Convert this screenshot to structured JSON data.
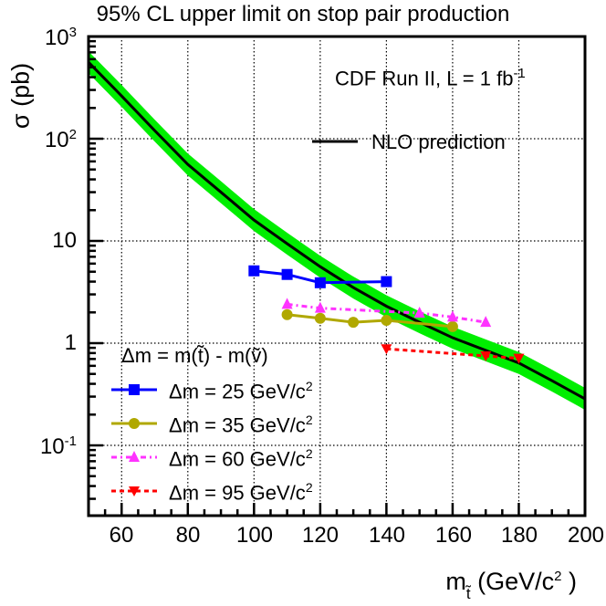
{
  "chart_data": {
    "type": "line",
    "title": "95% CL upper limit on stop pair production",
    "xlabel": "m_t~ (GeV/c^2 )",
    "ylabel": "σ (pb)",
    "xlim": [
      50,
      200
    ],
    "ylim": [
      0.02,
      1000
    ],
    "yscale": "log",
    "grid": true,
    "x_ticks": [
      60,
      80,
      100,
      120,
      140,
      160,
      180,
      200
    ],
    "y_ticks": [
      "10^-1",
      "1",
      "10",
      "10^2",
      "10^3"
    ],
    "annotations": [
      "CDF Run II, L = 1 fb^-1"
    ],
    "legend_header": "Δm = m(t~) - m(ν~)",
    "legend_position": "lower-left",
    "series": [
      {
        "name": "NLO prediction",
        "color": "#000000",
        "band_color": "#00ee00",
        "style": "solid",
        "x": [
          50,
          60,
          70,
          80,
          90,
          100,
          110,
          120,
          130,
          140,
          150,
          160,
          170,
          180,
          190,
          200
        ],
        "y": [
          560,
          262,
          120,
          56,
          30,
          16,
          9.4,
          5.6,
          3.5,
          2.3,
          1.6,
          1.13,
          0.85,
          0.64,
          0.43,
          0.285
        ]
      },
      {
        "name": "Δm = 25 GeV/c^2",
        "color": "#0000ff",
        "marker": "square",
        "style": "solid",
        "x": [
          100,
          110,
          120,
          140
        ],
        "y": [
          5.1,
          4.7,
          3.9,
          4.0
        ]
      },
      {
        "name": "Δm = 35 GeV/c^2",
        "color": "#b0a800",
        "marker": "circle",
        "style": "solid",
        "x": [
          110,
          120,
          130,
          140,
          160
        ],
        "y": [
          1.9,
          1.75,
          1.6,
          1.67,
          1.45
        ]
      },
      {
        "name": "Δm = 60 GeV/c^2",
        "color": "#ff33ff",
        "marker": "triangle-up",
        "style": "dash-dot",
        "x": [
          110,
          120,
          150,
          160,
          170
        ],
        "y": [
          2.4,
          2.2,
          1.97,
          1.8,
          1.6
        ]
      },
      {
        "name": "Δm = 95 GeV/c^2",
        "color": "#ff0000",
        "marker": "triangle-down",
        "style": "dashed",
        "x": [
          140,
          170,
          180
        ],
        "y": [
          0.88,
          0.75,
          0.71
        ]
      }
    ]
  },
  "labels": {
    "title": "95% CL upper limit on stop pair production",
    "ylabel": "σ (pb)",
    "xlabel_main": "m",
    "xlabel_sub": "t̃",
    "xlabel_unit": " (GeV/c",
    "xlabel_sup": "2",
    "xlabel_close": " )",
    "experiment": "CDF Run II, L = 1 fb",
    "experiment_sup": "-1",
    "nlo_label": "NLO prediction",
    "legend_header": "Δm = m(t̃) - m(ṽ)",
    "legend_items": [
      {
        "label": "Δm = 25 GeV/c",
        "sup": "2"
      },
      {
        "label": "Δm = 35 GeV/c",
        "sup": "2"
      },
      {
        "label": "Δm = 60 GeV/c",
        "sup": "2"
      },
      {
        "label": "Δm = 95 GeV/c",
        "sup": "2"
      }
    ],
    "yticks": [
      {
        "base": "10",
        "sup": "3"
      },
      {
        "base": "10",
        "sup": "2"
      },
      {
        "base": "10",
        "sup": ""
      },
      {
        "base": "1",
        "sup": ""
      },
      {
        "base": "10",
        "sup": "-1"
      }
    ],
    "xticks": [
      "60",
      "80",
      "100",
      "120",
      "140",
      "160",
      "180",
      "200"
    ]
  }
}
